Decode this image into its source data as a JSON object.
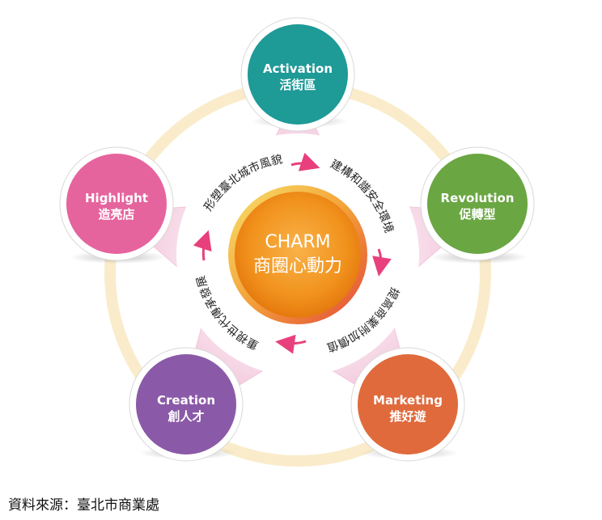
{
  "center": {
    "line1": "CHARM",
    "line2": "商圈心動力"
  },
  "nodes": [
    {
      "en": "Activation",
      "zh": "活街區",
      "color": "#1e9a97"
    },
    {
      "en": "Revolution",
      "zh": "促轉型",
      "color": "#6aa642"
    },
    {
      "en": "Marketing",
      "zh": "推好遊",
      "color": "#e06a3c"
    },
    {
      "en": "Creation",
      "zh": "創人才",
      "color": "#8a5aa8"
    },
    {
      "en": "Highlight",
      "zh": "造亮店",
      "color": "#e5649e"
    }
  ],
  "ring_labels": [
    "形塑臺北城市風貌",
    "建構和諧安全環境",
    "提高商業附加價值",
    "重視世代傳承發展"
  ],
  "source": "資料來源：臺北市商業處"
}
